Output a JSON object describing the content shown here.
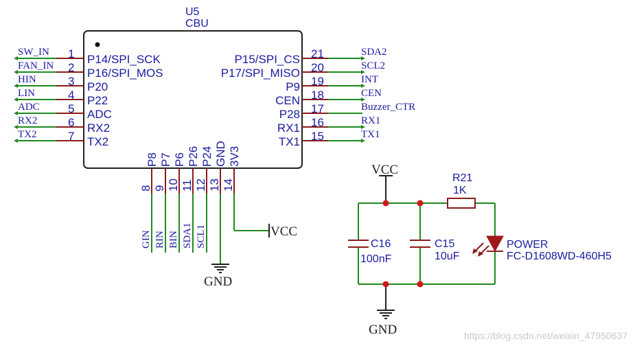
{
  "chip": {
    "ref": "U5",
    "value": "CBU",
    "left_pins": [
      {
        "num": "1",
        "name": "P14/SPI_SCK",
        "net": "SW_IN"
      },
      {
        "num": "2",
        "name": "P16/SPI_MOS",
        "net": "FAN_IN"
      },
      {
        "num": "3",
        "name": "P20",
        "net": "HIN"
      },
      {
        "num": "4",
        "name": "P22",
        "net": "LIN"
      },
      {
        "num": "5",
        "name": "ADC",
        "net": "ADC"
      },
      {
        "num": "6",
        "name": "RX2",
        "net": "RX2"
      },
      {
        "num": "7",
        "name": "TX2",
        "net": "TX2"
      }
    ],
    "right_pins": [
      {
        "num": "21",
        "name": "P15/SPI_CS",
        "net": "SDA2"
      },
      {
        "num": "20",
        "name": "P17/SPI_MISO",
        "net": "SCL2"
      },
      {
        "num": "19",
        "name": "P9",
        "net": "INT"
      },
      {
        "num": "18",
        "name": "CEN",
        "net": "CEN"
      },
      {
        "num": "17",
        "name": "P28",
        "net": "Buzzer_CTR"
      },
      {
        "num": "16",
        "name": "RX1",
        "net": "RX1"
      },
      {
        "num": "15",
        "name": "TX1",
        "net": "TX1"
      }
    ],
    "bottom_pins": [
      {
        "num": "8",
        "name": "P8",
        "net": "GIN"
      },
      {
        "num": "9",
        "name": "P7",
        "net": "RIN"
      },
      {
        "num": "10",
        "name": "P6",
        "net": "BIN"
      },
      {
        "num": "11",
        "name": "P26",
        "net": "SDA1"
      },
      {
        "num": "12",
        "name": "P24",
        "net": "SCL1"
      },
      {
        "num": "13",
        "name": "GND",
        "net": ""
      },
      {
        "num": "14",
        "name": "3V3",
        "net": ""
      }
    ]
  },
  "power": {
    "vcc_chip": "VCC",
    "gnd_chip": "GND",
    "vcc_circuit": "VCC",
    "gnd_circuit": "GND"
  },
  "components": {
    "c16": {
      "ref": "C16",
      "value": "100nF"
    },
    "c15": {
      "ref": "C15",
      "value": "10uF"
    },
    "r21": {
      "ref": "R21",
      "value": "1K"
    },
    "led": {
      "ref": "POWER",
      "value": "FC-D1608WD-460H5"
    }
  },
  "watermark": "https://blog.csdn.net/weixin_47950637",
  "colors": {
    "wire": "#1f8a1f",
    "pin": "#8b1a1a",
    "text": "#1a1aa0",
    "junction": "#d01818"
  }
}
